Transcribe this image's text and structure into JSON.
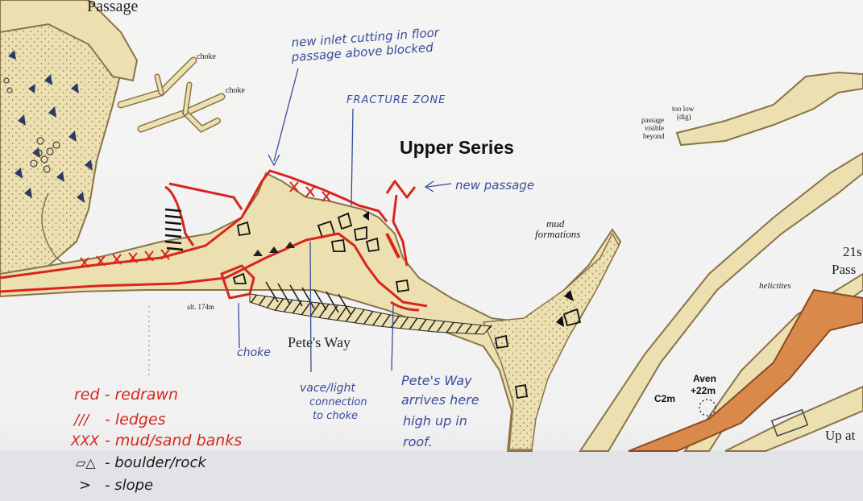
{
  "map": {
    "labels": {
      "passage_top": "Passage",
      "choke_1": "choke",
      "choke_2": "choke",
      "upper_series": "Upper Series",
      "too_low": "too low",
      "dig": "(dig)",
      "passage_visible": "passage",
      "visible": "visible",
      "beyond": "beyond",
      "mud_formations_1": "mud",
      "mud_formations_2": "formations",
      "alt": "alt. 174m",
      "petes_way": "Pete's Way",
      "helictites": "helictites",
      "aven": "Aven",
      "aven_height": "+22m",
      "c2m": "C2m",
      "up_at": "Up at",
      "right_21": "21s",
      "right_pass": "Pass"
    },
    "annotations": {
      "new_inlet_1": "new inlet cutting in floor",
      "new_inlet_2": "passage above blocked",
      "fracture_zone": "FRACTURE ZONE",
      "new_passage": "new passage",
      "choke_note": "choke",
      "vace_1": "vace/light",
      "vace_2": "connection",
      "vace_3": "to choke",
      "petes_way_1": "Pete's Way",
      "petes_way_2": "arrives here",
      "petes_way_3": "high up in",
      "petes_way_4": "roof."
    },
    "legend": [
      {
        "symbol": "",
        "text": "red - redrawn",
        "color": "#d8251d"
      },
      {
        "symbol": "///",
        "text": "- ledges",
        "color": "#d8251d"
      },
      {
        "symbol": "XXX",
        "text": "- mud/sand banks",
        "color": "#d8251d"
      },
      {
        "symbol": "▱△",
        "text": "- boulder/rock",
        "color": "#1a1a1a"
      },
      {
        "symbol": ">",
        "text": "- slope",
        "color": "#1a1a1a"
      }
    ],
    "colors": {
      "passage_fill": "#ece0b0",
      "passage_outline": "#8a7348",
      "redrawn": "#d8251d",
      "ink_blue": "#3a4b9a",
      "orange_passage": "#d9894a",
      "paper": "#f3f3f2"
    }
  }
}
